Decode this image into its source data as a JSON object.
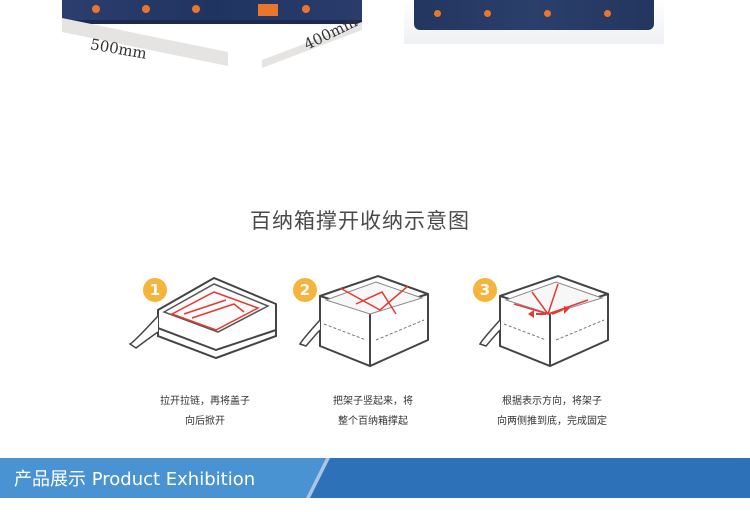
{
  "dimensions": {
    "width_label": "500mm",
    "depth_label": "400mm"
  },
  "section_title": "百纳箱撑开收纳示意图",
  "steps": [
    {
      "number": "1",
      "line1": "拉开拉链，再将盖子",
      "line2": "向后掀开"
    },
    {
      "number": "2",
      "line1": "把架子竖起来，将",
      "line2": "整个百纳箱撑起"
    },
    {
      "number": "3",
      "line1": "根据表示方向，将架子",
      "line2": "向两侧推到底，完成固定"
    }
  ],
  "banner": {
    "title": "产品展示 Product Exhibition"
  },
  "colors": {
    "accent_orange": "#f5b53d",
    "banner_blue": "#4a93d2",
    "banner_dark": "#2d72b8",
    "strap_red": "#e23b35"
  }
}
